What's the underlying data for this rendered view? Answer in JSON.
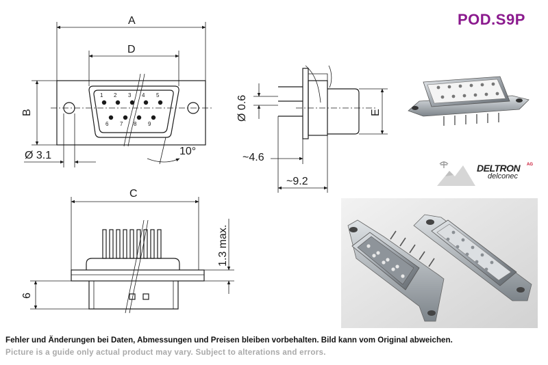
{
  "header": {
    "product_code": "POD.S9P"
  },
  "brand": {
    "name": "DELTRON",
    "suffix": "AG",
    "sub": "delconec"
  },
  "front_view": {
    "dim_a": "A",
    "dim_d": "D",
    "dim_b": "B",
    "dim_hole": "Ø 3.1",
    "dim_angle": "10°",
    "pin_numbers": [
      "1",
      "2",
      "3",
      "4",
      "5",
      "6",
      "7",
      "8",
      "9"
    ]
  },
  "side_view": {
    "dim_pin": "Ø 0.6",
    "dim_e": "E",
    "dim_46": "~4.6",
    "dim_92": "~9.2"
  },
  "bottom_view": {
    "dim_c": "C",
    "dim_max": "1.3 max.",
    "dim_6": "6"
  },
  "notes": {
    "de": "Fehler und Änderungen bei Daten, Abmessungen und Preisen bleiben vorbehalten. Bild kann vom Original abweichen.",
    "en": "Picture is a guide only actual product may vary. Subject to alterations and errors."
  },
  "colors": {
    "code": "#8b1a8e",
    "ink": "#1a1a1a",
    "note_gray": "#a9a9a9",
    "logo_red": "#c8102e"
  }
}
